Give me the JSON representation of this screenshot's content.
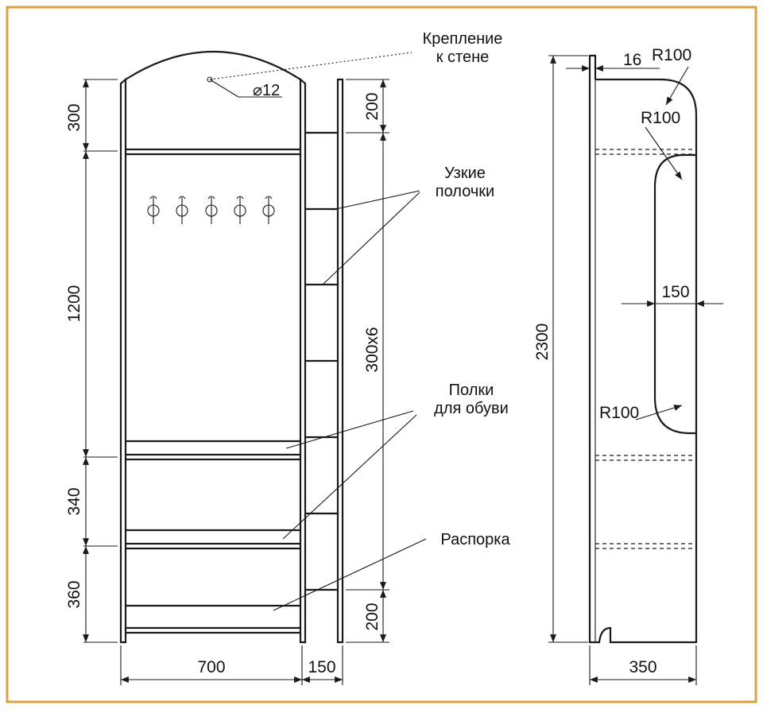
{
  "frame_color": "#d9a23c",
  "line_color": "#1a1a1a",
  "labels": {
    "wall_mount_line1": "Крепление",
    "wall_mount_line2": "к стене",
    "hole_diameter": "⌀12",
    "narrow_shelves_line1": "Узкие",
    "narrow_shelves_line2": "полочки",
    "shoe_shelves_line1": "Полки",
    "shoe_shelves_line2": "для обуви",
    "spacer": "Распорка"
  },
  "dimensions": {
    "top_section": "300",
    "middle_section": "1200",
    "shoe_upper": "340",
    "shoe_lower": "360",
    "shelf_top_gap": "200",
    "shelf_pitch": "300x6",
    "shelf_bottom_gap": "200",
    "panel_width": "700",
    "shelf_width": "150",
    "total_height": "2300",
    "board_thickness": "16",
    "radius_top": "R100",
    "radius_cutout_top": "R100",
    "cutout_width": "150",
    "radius_cutout_bottom": "R100",
    "side_depth": "350"
  }
}
